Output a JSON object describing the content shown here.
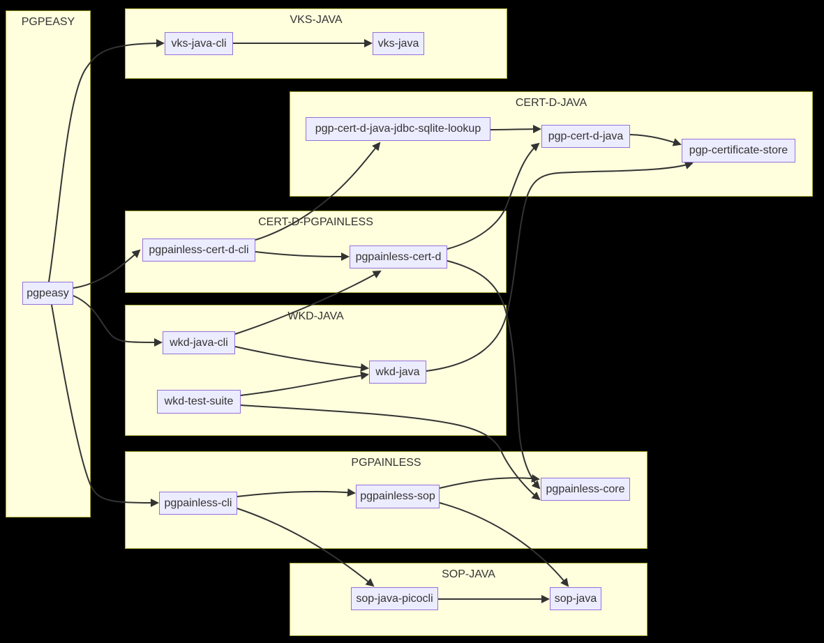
{
  "clusters": {
    "PGPEASY": {
      "label": "PGPEASY"
    },
    "VKS-JAVA": {
      "label": "VKS-JAVA"
    },
    "CERT-D-JAVA": {
      "label": "CERT-D-JAVA"
    },
    "CERT-D-PGPAINLESS": {
      "label": "CERT-D-PGPAINLESS"
    },
    "WKD-JAVA": {
      "label": "WKD-JAVA"
    },
    "PGPAINLESS": {
      "label": "PGPAINLESS"
    },
    "SOP-JAVA": {
      "label": "SOP-JAVA"
    }
  },
  "nodes": {
    "pgpeasy": {
      "label": "pgpeasy"
    },
    "vks-java-cli": {
      "label": "vks-java-cli"
    },
    "vks-java": {
      "label": "vks-java"
    },
    "pgp-cert-d-java-jdbc-sqlite-lookup": {
      "label": "pgp-cert-d-java-jdbc-sqlite-lookup"
    },
    "pgp-cert-d-java": {
      "label": "pgp-cert-d-java"
    },
    "pgp-certificate-store": {
      "label": "pgp-certificate-store"
    },
    "pgpainless-cert-d-cli": {
      "label": "pgpainless-cert-d-cli"
    },
    "pgpainless-cert-d": {
      "label": "pgpainless-cert-d"
    },
    "wkd-java-cli": {
      "label": "wkd-java-cli"
    },
    "wkd-java": {
      "label": "wkd-java"
    },
    "wkd-test-suite": {
      "label": "wkd-test-suite"
    },
    "pgpainless-cli": {
      "label": "pgpainless-cli"
    },
    "pgpainless-sop": {
      "label": "pgpainless-sop"
    },
    "pgpainless-core": {
      "label": "pgpainless-core"
    },
    "sop-java-picocli": {
      "label": "sop-java-picocli"
    },
    "sop-java": {
      "label": "sop-java"
    }
  },
  "edges": [
    {
      "from": "pgpeasy",
      "to": "vks-java-cli"
    },
    {
      "from": "pgpeasy",
      "to": "pgpainless-cert-d-cli"
    },
    {
      "from": "pgpeasy",
      "to": "wkd-java-cli"
    },
    {
      "from": "pgpeasy",
      "to": "pgpainless-cli"
    },
    {
      "from": "vks-java-cli",
      "to": "vks-java"
    },
    {
      "from": "pgp-cert-d-java-jdbc-sqlite-lookup",
      "to": "pgp-cert-d-java"
    },
    {
      "from": "pgp-cert-d-java",
      "to": "pgp-certificate-store"
    },
    {
      "from": "pgpainless-cert-d-cli",
      "to": "pgp-cert-d-java-jdbc-sqlite-lookup"
    },
    {
      "from": "pgpainless-cert-d-cli",
      "to": "pgpainless-cert-d"
    },
    {
      "from": "pgpainless-cert-d",
      "to": "pgp-cert-d-java"
    },
    {
      "from": "pgpainless-cert-d",
      "to": "pgpainless-core"
    },
    {
      "from": "wkd-java-cli",
      "to": "pgpainless-cert-d"
    },
    {
      "from": "wkd-java-cli",
      "to": "wkd-java"
    },
    {
      "from": "wkd-test-suite",
      "to": "wkd-java"
    },
    {
      "from": "wkd-java",
      "to": "pgp-certificate-store"
    },
    {
      "from": "wkd-test-suite",
      "to": "pgpainless-core"
    },
    {
      "from": "pgpainless-cli",
      "to": "pgpainless-sop"
    },
    {
      "from": "pgpainless-cli",
      "to": "sop-java-picocli"
    },
    {
      "from": "pgpainless-sop",
      "to": "pgpainless-core"
    },
    {
      "from": "pgpainless-sop",
      "to": "sop-java"
    },
    {
      "from": "sop-java-picocli",
      "to": "sop-java"
    }
  ],
  "colors": {
    "background": "#000000",
    "cluster_fill": "#ffffde",
    "cluster_border": "#aaaa33",
    "node_fill": "#ececff",
    "node_border": "#9370db",
    "edge": "#333333",
    "text": "#333333"
  }
}
